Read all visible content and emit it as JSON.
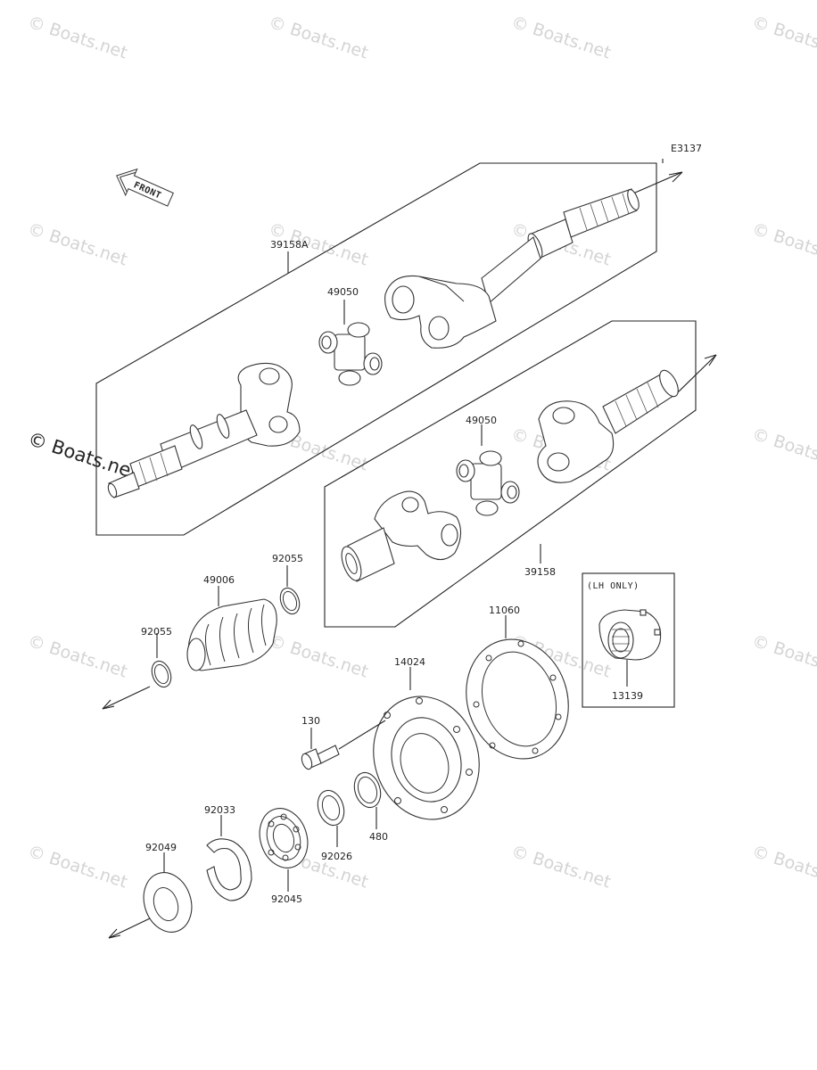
{
  "diagram_code": "E3137",
  "front_marker": "FRONT",
  "lh_only_note": "(LH ONLY)",
  "watermark": "© Boats.net",
  "callouts": {
    "p39158A": "39158A",
    "p49050_upper": "49050",
    "p49050_lower": "49050",
    "p39158": "39158",
    "p92055_upper": "92055",
    "p49006": "49006",
    "p92055_lower": "92055",
    "p11060": "11060",
    "p13139": "13139",
    "p14024": "14024",
    "p130": "130",
    "p92033": "92033",
    "p92049": "92049",
    "p92045": "92045",
    "p92026": "92026",
    "p480": "480"
  }
}
